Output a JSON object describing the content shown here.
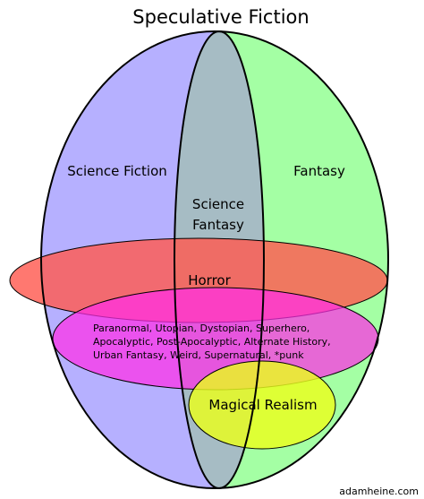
{
  "title": "Speculative Fiction",
  "regions": {
    "science_fiction": "Science Fiction",
    "fantasy": "Fantasy",
    "science_fantasy_line1": "Science",
    "science_fantasy_line2": "Fantasy",
    "horror": "Horror",
    "subgenres_line1": "Paranormal, Utopian, Dystopian, Superhero,",
    "subgenres_line2": "Apocalyptic, Post-Apocalyptic, Alternate History,",
    "subgenres_line3": "Urban Fantasy, Weird, Supernatural, *punk",
    "magical_realism": "Magical Realism"
  },
  "credit": "adamheine.com",
  "colors": {
    "science_fiction": "#b6b0ff",
    "fantasy": "#a4ffa4",
    "science_fantasy": "#a6bcc4",
    "horror": "#ff5a50",
    "subgenres": "#ff2ee8",
    "magical_realism": "#eaff1c",
    "outline": "#000000"
  }
}
